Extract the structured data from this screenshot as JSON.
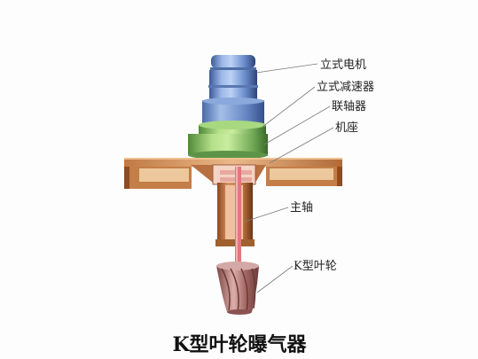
{
  "labels": {
    "motor": "立式电机",
    "reducer": "立式减速器",
    "coupling": "联轴器",
    "base": "机座",
    "shaft": "主轴",
    "impeller": "K型叶轮"
  },
  "caption": "K型叶轮曝气器",
  "colors": {
    "label_text": "#222222",
    "caption_text": "#111111",
    "leader_line": "#7a7a7a"
  }
}
